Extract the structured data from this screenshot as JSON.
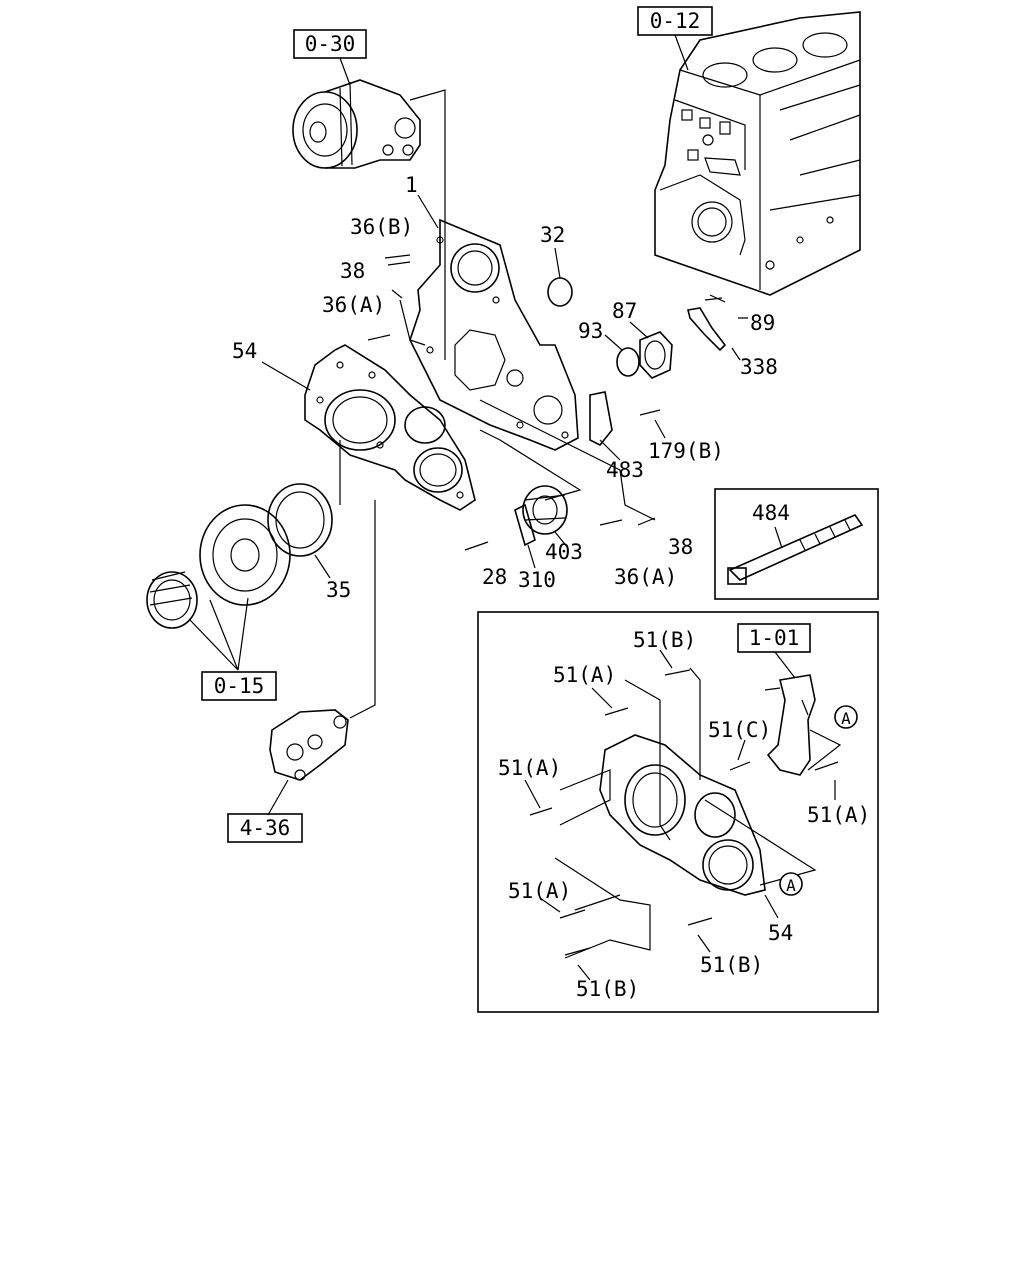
{
  "reference_boxes": [
    {
      "id": "ref-0-30",
      "text": "0-30"
    },
    {
      "id": "ref-0-12",
      "text": "0-12"
    },
    {
      "id": "ref-0-15",
      "text": "0-15"
    },
    {
      "id": "ref-4-36",
      "text": "4-36"
    },
    {
      "id": "ref-1-01",
      "text": "1-01"
    }
  ],
  "part_labels": {
    "p1": "1",
    "p36b": "36(B)",
    "p38a": "38",
    "p36a_top": "36(A)",
    "p32": "32",
    "p54": "54",
    "p87": "87",
    "p89": "89",
    "p93": "93",
    "p338": "338",
    "p179b": "179(B)",
    "p483": "483",
    "p484": "484",
    "p403": "403",
    "p38b": "38",
    "p28": "28",
    "p310": "310",
    "p36a_bot": "36(A)",
    "p35": "35"
  },
  "detail_labels": {
    "d51b_top": "51(B)",
    "d51a_1": "51(A)",
    "d51c": "51(C)",
    "d51a_2": "51(A)",
    "d51a_3": "51(A)",
    "d51a_4": "51(A)",
    "d54": "54",
    "d51b_2": "51(B)",
    "d51b_3": "51(B)",
    "circle_a1": "A",
    "circle_a2": "A"
  }
}
